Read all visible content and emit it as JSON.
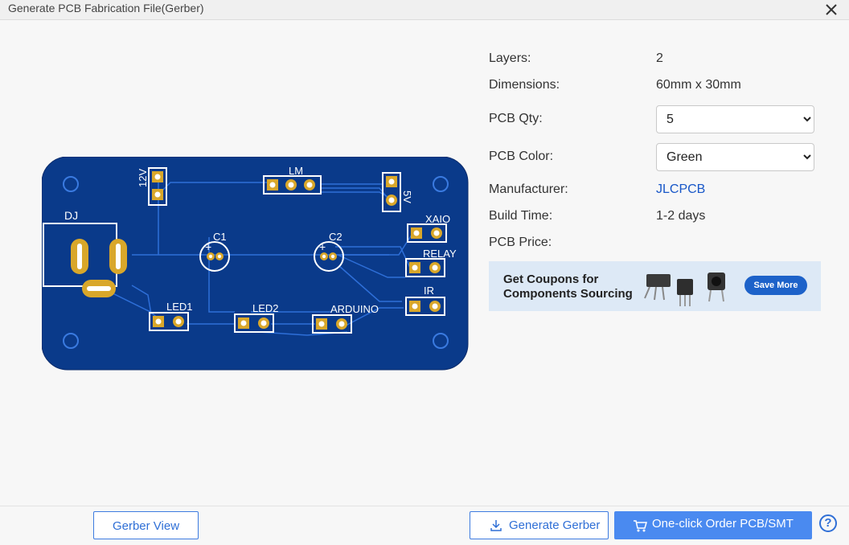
{
  "window": {
    "title": "Generate PCB Fabrication File(Gerber)"
  },
  "pcb": {
    "labels": {
      "dj": "DJ",
      "v12": "12V",
      "lm": "LM",
      "v5": "5V",
      "c1": "C1",
      "c2": "C2",
      "xaio": "XAIO",
      "relay": "RELAY",
      "ir": "IR",
      "led1": "LED1",
      "led2": "LED2",
      "arduino": "ARDUINO"
    },
    "colors": {
      "board": "#0a3a8a",
      "copper": "#d9a72a",
      "trace": "#2e6fd8",
      "silk": "#ffffff"
    }
  },
  "info": {
    "layers_label": "Layers:",
    "layers_value": "2",
    "dimensions_label": "Dimensions:",
    "dimensions_value": "60mm x 30mm",
    "qty_label": "PCB Qty:",
    "qty_value": "5",
    "color_label": "PCB Color:",
    "color_value": "Green",
    "manufacturer_label": "Manufacturer:",
    "manufacturer_value": "JLCPCB",
    "build_time_label": "Build Time:",
    "build_time_value": "1-2 days",
    "price_label": "PCB Price:"
  },
  "banner": {
    "line1": "Get Coupons for",
    "line2": "Components Sourcing",
    "button": "Save More"
  },
  "footer": {
    "gerber_view": "Gerber View",
    "generate_gerber": "Generate Gerber",
    "order": "One-click Order PCB/SMT",
    "help": "?"
  }
}
